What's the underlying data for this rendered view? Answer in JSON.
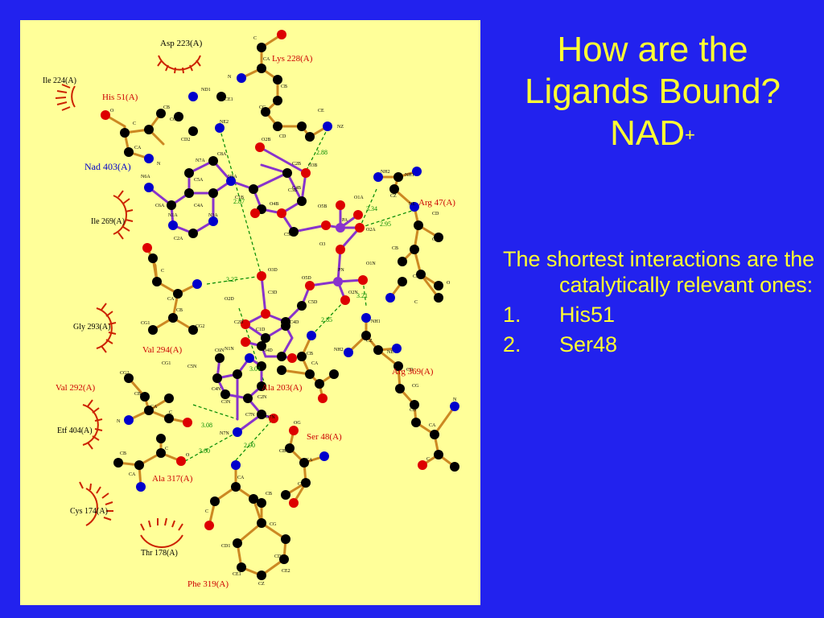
{
  "slide": {
    "title_line1": "How are the",
    "title_line2": "Ligands Bound?",
    "title_line3": "NAD",
    "title_sup": "+",
    "intro": "The shortest interactions are the catalytically relevant ones:",
    "items": [
      {
        "num": "1.",
        "text": "His51"
      },
      {
        "num": "2.",
        "text": "Ser48"
      }
    ]
  },
  "diagram": {
    "ligand_label": "Nad 403(A)",
    "residues": {
      "asp223": "Asp 223(A)",
      "lys228": "Lys 228(A)",
      "ile224": "Ile 224(A)",
      "his51": "His 51(A)",
      "ile269": "Ile 269(A)",
      "arg47": "Arg 47(A)",
      "gly293": "Gly 293(A)",
      "val294": "Val 294(A)",
      "arg369": "Arg 369(A)",
      "val292": "Val 292(A)",
      "ala203": "Ala 203(A)",
      "etf404": "Etf 404(A)",
      "ser48": "Ser 48(A)",
      "ala317": "Ala 317(A)",
      "cys174": "Cys 174(A)",
      "thr178": "Thr 178(A)",
      "phe319": "Phe 319(A)"
    },
    "distances": [
      "2.88",
      "2.87",
      "3.34",
      "2.95",
      "3.27",
      "3.21",
      "2.85",
      "3.01",
      "3.08",
      "3.00",
      "2.90"
    ],
    "colors": {
      "background": "#FFFF99",
      "bond": "#CC8822",
      "ligand_bond": "#8833CC",
      "carbon": "#000000",
      "nitrogen": "#0000CC",
      "oxygen": "#DD0000",
      "phosphorus": "#8833CC",
      "hbond": "#008800",
      "hydrophobic": "#CC2200"
    }
  }
}
